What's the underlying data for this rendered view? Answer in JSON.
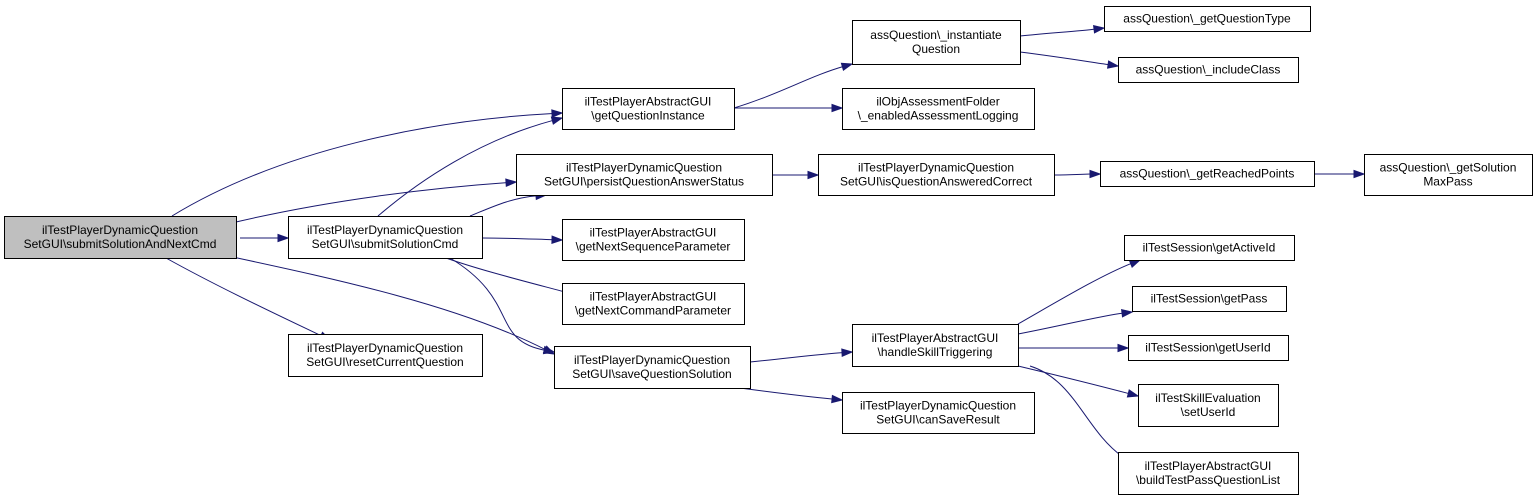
{
  "nodes": [
    {
      "id": "root",
      "lines": [
        "ilTestPlayerDynamicQuestion",
        "SetGUI\\submitSolutionAndNextCmd"
      ],
      "root": true
    },
    {
      "id": "submit",
      "lines": [
        "ilTestPlayerDynamicQuestion",
        "SetGUI\\submitSolutionCmd"
      ]
    },
    {
      "id": "reset",
      "lines": [
        "ilTestPlayerDynamicQuestion",
        "SetGUI\\resetCurrentQuestion"
      ]
    },
    {
      "id": "getQI",
      "lines": [
        "ilTestPlayerAbstractGUI",
        "\\getQuestionInstance"
      ]
    },
    {
      "id": "persist",
      "lines": [
        "ilTestPlayerDynamicQuestion",
        "SetGUI\\persistQuestionAnswerStatus"
      ]
    },
    {
      "id": "nextSeq",
      "lines": [
        "ilTestPlayerAbstractGUI",
        "\\getNextSequenceParameter"
      ]
    },
    {
      "id": "nextCmd",
      "lines": [
        "ilTestPlayerAbstractGUI",
        "\\getNextCommandParameter"
      ]
    },
    {
      "id": "saveQS",
      "lines": [
        "ilTestPlayerDynamicQuestion",
        "SetGUI\\saveQuestionSolution"
      ]
    },
    {
      "id": "instQ",
      "lines": [
        "assQuestion\\_instantiate",
        "Question"
      ]
    },
    {
      "id": "objAF",
      "lines": [
        "ilObjAssessmentFolder",
        "\\_enabledAssessmentLogging"
      ]
    },
    {
      "id": "isCorrect",
      "lines": [
        "ilTestPlayerDynamicQuestion",
        "SetGUI\\isQuestionAnsweredCorrect"
      ]
    },
    {
      "id": "handleSkill",
      "lines": [
        "ilTestPlayerAbstractGUI",
        "\\handleSkillTriggering"
      ]
    },
    {
      "id": "canSave",
      "lines": [
        "ilTestPlayerDynamicQuestion",
        "SetGUI\\canSaveResult"
      ]
    },
    {
      "id": "getQT",
      "lines": [
        "assQuestion\\_getQuestionType"
      ]
    },
    {
      "id": "inclClass",
      "lines": [
        "assQuestion\\_includeClass"
      ]
    },
    {
      "id": "reached",
      "lines": [
        "assQuestion\\_getReachedPoints"
      ]
    },
    {
      "id": "activeId",
      "lines": [
        "ilTestSession\\getActiveId"
      ]
    },
    {
      "id": "getPass",
      "lines": [
        "ilTestSession\\getPass"
      ]
    },
    {
      "id": "userId",
      "lines": [
        "ilTestSession\\getUserId"
      ]
    },
    {
      "id": "skillEval",
      "lines": [
        "ilTestSkillEvaluation",
        "\\setUserId"
      ]
    },
    {
      "id": "buildList",
      "lines": [
        "ilTestPlayerAbstractGUI",
        "\\buildTestPassQuestionList"
      ]
    },
    {
      "id": "maxPass",
      "lines": [
        "assQuestion\\_getSolution",
        "MaxPass"
      ]
    }
  ],
  "edges": [
    {
      "from": "root",
      "to": "getQI"
    },
    {
      "from": "root",
      "to": "persist"
    },
    {
      "from": "root",
      "to": "submit"
    },
    {
      "from": "root",
      "to": "saveQS"
    },
    {
      "from": "root",
      "to": "reset"
    },
    {
      "from": "submit",
      "to": "getQI"
    },
    {
      "from": "submit",
      "to": "persist"
    },
    {
      "from": "submit",
      "to": "nextSeq"
    },
    {
      "from": "submit",
      "to": "nextCmd"
    },
    {
      "from": "submit",
      "to": "saveQS"
    },
    {
      "from": "getQI",
      "to": "instQ"
    },
    {
      "from": "getQI",
      "to": "objAF"
    },
    {
      "from": "persist",
      "to": "isCorrect"
    },
    {
      "from": "saveQS",
      "to": "handleSkill"
    },
    {
      "from": "saveQS",
      "to": "canSave"
    },
    {
      "from": "instQ",
      "to": "getQT"
    },
    {
      "from": "instQ",
      "to": "inclClass"
    },
    {
      "from": "isCorrect",
      "to": "reached"
    },
    {
      "from": "reached",
      "to": "maxPass"
    },
    {
      "from": "handleSkill",
      "to": "activeId"
    },
    {
      "from": "handleSkill",
      "to": "getPass"
    },
    {
      "from": "handleSkill",
      "to": "userId"
    },
    {
      "from": "handleSkill",
      "to": "skillEval"
    },
    {
      "from": "handleSkill",
      "to": "buildList"
    }
  ]
}
